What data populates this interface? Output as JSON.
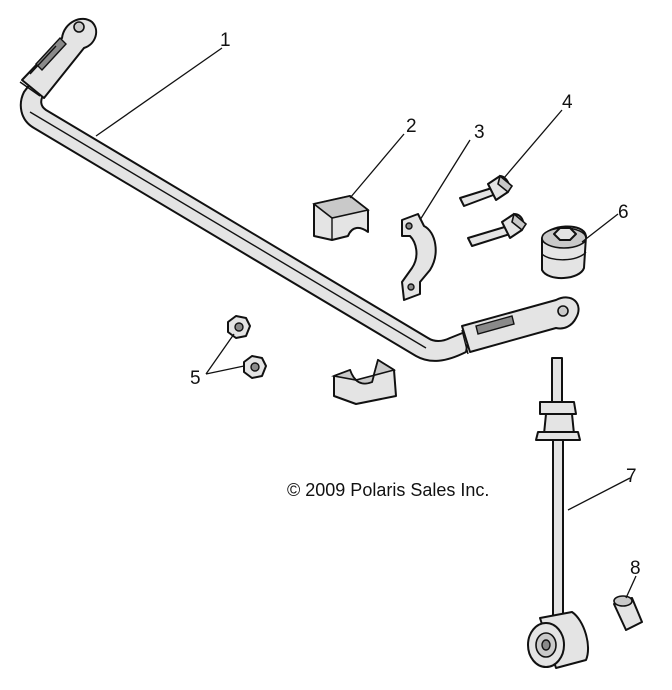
{
  "callouts": [
    "1",
    "2",
    "3",
    "4",
    "5",
    "6",
    "7",
    "8"
  ],
  "copyright": "© 2009 Polaris Sales Inc."
}
